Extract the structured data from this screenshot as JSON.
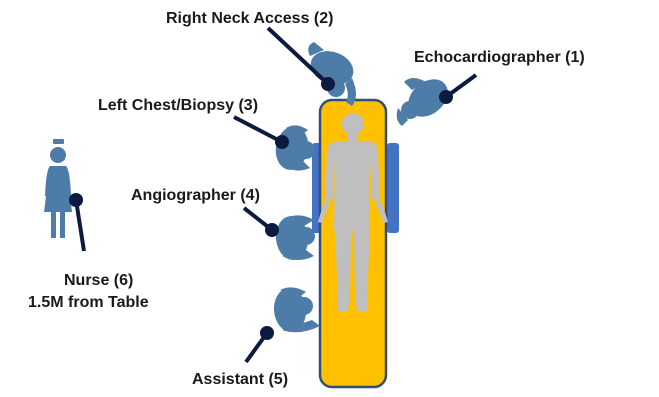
{
  "labels": {
    "right_neck": "Right Neck Access (2)",
    "echo": "Echocardiographer (1)",
    "left_chest": "Left Chest/Biopsy (3)",
    "angio": "Angiographer (4)",
    "nurse_line1": "Nurse (6)",
    "nurse_line2": "1.5M from Table",
    "assistant": "Assistant (5)"
  },
  "colors": {
    "table_fill": "#FFC000",
    "table_border": "#2F4F7A",
    "side_rail": "#4472C4",
    "patient": "#BFBFBF",
    "staff": "#4E7CA9",
    "pointer": "#0D1A40"
  }
}
